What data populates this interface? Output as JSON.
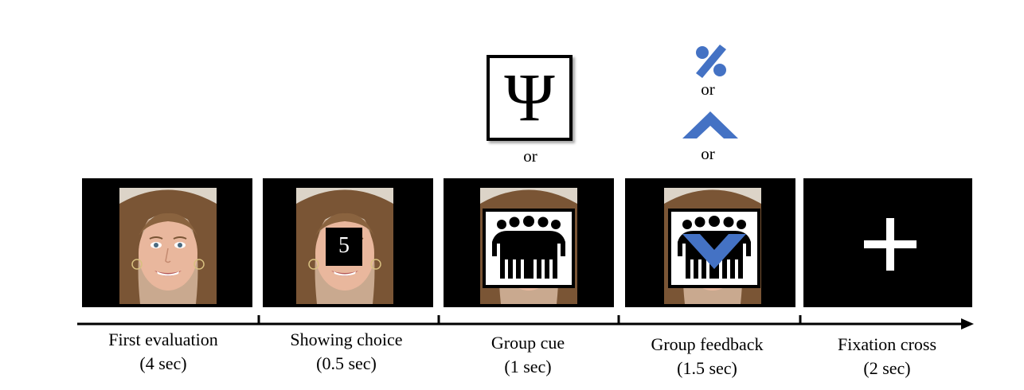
{
  "title": "",
  "stages": [
    {
      "name": "First evaluation",
      "duration": "(4 sec)"
    },
    {
      "name": "Showing choice",
      "duration": "(0.5 sec)"
    },
    {
      "name": "Group cue",
      "duration": "(1 sec)"
    },
    {
      "name": "Group feedback",
      "duration": "(1.5 sec)"
    },
    {
      "name": "Fixation cross",
      "duration": "(2 sec)"
    }
  ],
  "choice_digit": "5",
  "cue_symbol": "Ψ",
  "or_label": "or",
  "icons": {
    "cue_alternative": "psi-symbol-icon",
    "group": "group-of-people-icon",
    "feedback_options": [
      "percent-icon",
      "caret-up-icon",
      "check-icon"
    ],
    "fixation": "plus-icon"
  },
  "colors": {
    "background": "#ffffff",
    "panel": "#000000",
    "feedback_blue": "#4472c4"
  }
}
